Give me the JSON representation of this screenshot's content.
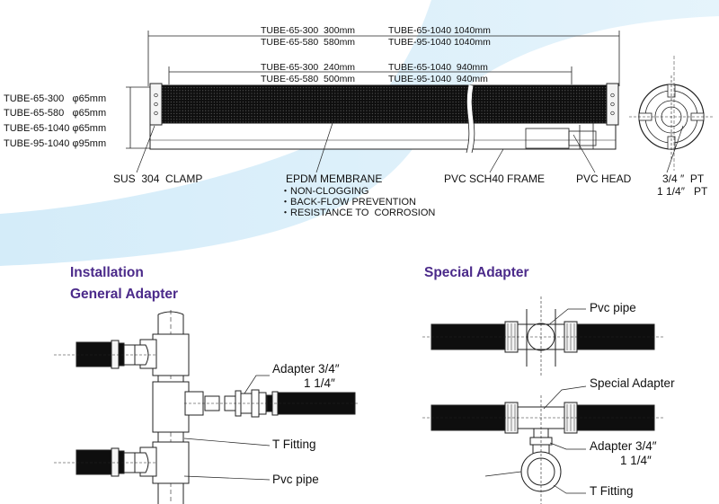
{
  "specs": {
    "overall_lengths": [
      {
        "model": "TUBE-65-300",
        "length": "300mm"
      },
      {
        "model": "TUBE-65-580",
        "length": "580mm"
      },
      {
        "model": "TUBE-65-1040",
        "length": "1040mm"
      },
      {
        "model": "TUBE-95-1040",
        "length": "1040mm"
      }
    ],
    "membrane_lengths": [
      {
        "model": "TUBE-65-300",
        "length": "240mm"
      },
      {
        "model": "TUBE-65-580",
        "length": "500mm"
      },
      {
        "model": "TUBE-65-1040",
        "length": "940mm"
      },
      {
        "model": "TUBE-95-1040",
        "length": "940mm"
      }
    ],
    "diameters": [
      {
        "model": "TUBE-65-300",
        "dia": "φ65mm"
      },
      {
        "model": "TUBE-65-580",
        "dia": "φ65mm"
      },
      {
        "model": "TUBE-65-1040",
        "dia": "φ65mm"
      },
      {
        "model": "TUBE-95-1040",
        "dia": "φ95mm"
      }
    ]
  },
  "parts": {
    "clamp": "SUS  304  CLAMP",
    "membrane": "EPDM MEMBRANE",
    "features": [
      "・NON-CLOGGING",
      "・BACK-FLOW PREVENTION",
      "・RESISTANCE TO  CORROSION"
    ],
    "frame": "PVC SCH40 FRAME",
    "head": "PVC HEAD",
    "thread_1": "3/4 ″  PT",
    "thread_2": "1 1/4″   PT"
  },
  "installation": {
    "title": "Installation",
    "subtitle": "General Adapter",
    "adapter_label": "Adapter 3/4″",
    "adapter_label_2": "1 1/4″",
    "t_fitting": "T Fitting",
    "pvc_pipe": "Pvc pipe"
  },
  "special": {
    "title": "Special Adapter",
    "pvc_pipe": "Pvc pipe",
    "special_adapter": "Special Adapter",
    "adapter_label": "Adapter 3/4″",
    "adapter_label_2": "1 1/4″",
    "t_fitting": "T Fitting"
  },
  "colors": {
    "heading": "#4b2a8a",
    "swoosh": "#d4ecf9",
    "tube": "#0e0e0e"
  }
}
